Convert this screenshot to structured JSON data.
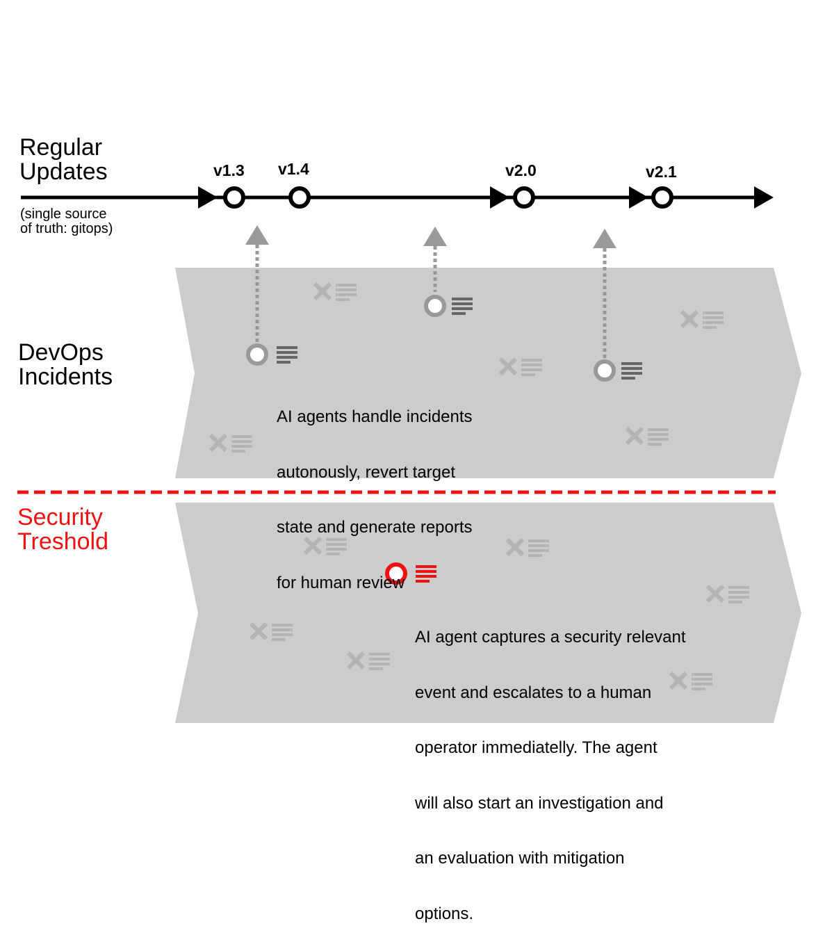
{
  "regular_updates": {
    "title_lines": [
      "Regular",
      "Updates"
    ],
    "subtitle_lines": [
      "(single source",
      "of truth: gitops)"
    ],
    "versions": [
      "v1.3",
      "v1.4",
      "v2.0",
      "v2.1"
    ]
  },
  "devops": {
    "title_lines": [
      "DevOps",
      "Incidents"
    ],
    "description_lines": [
      "AI agents handle incidents",
      "autonously, revert target",
      "state and generate reports",
      "for human review"
    ]
  },
  "security": {
    "title_lines": [
      "Security",
      "Treshold"
    ],
    "description_lines": [
      "AI agent captures a security relevant",
      "event and escalates to a human",
      "operator immediatelly. The agent",
      "will also start an investigation and",
      "an evaluation with mitigation",
      "options."
    ]
  },
  "colors": {
    "timeline": "#000000",
    "band": "#cccccc",
    "event": "#999999",
    "faded_icon": "#b4b4b4",
    "security_accent": "#ee1111",
    "event_text_icon": "#666666"
  },
  "icons": {
    "event_marker": "ring-icon",
    "report": "document-lines-icon",
    "dismissed": "x-document-icon",
    "timeline_arrow": "arrow-right-icon"
  }
}
